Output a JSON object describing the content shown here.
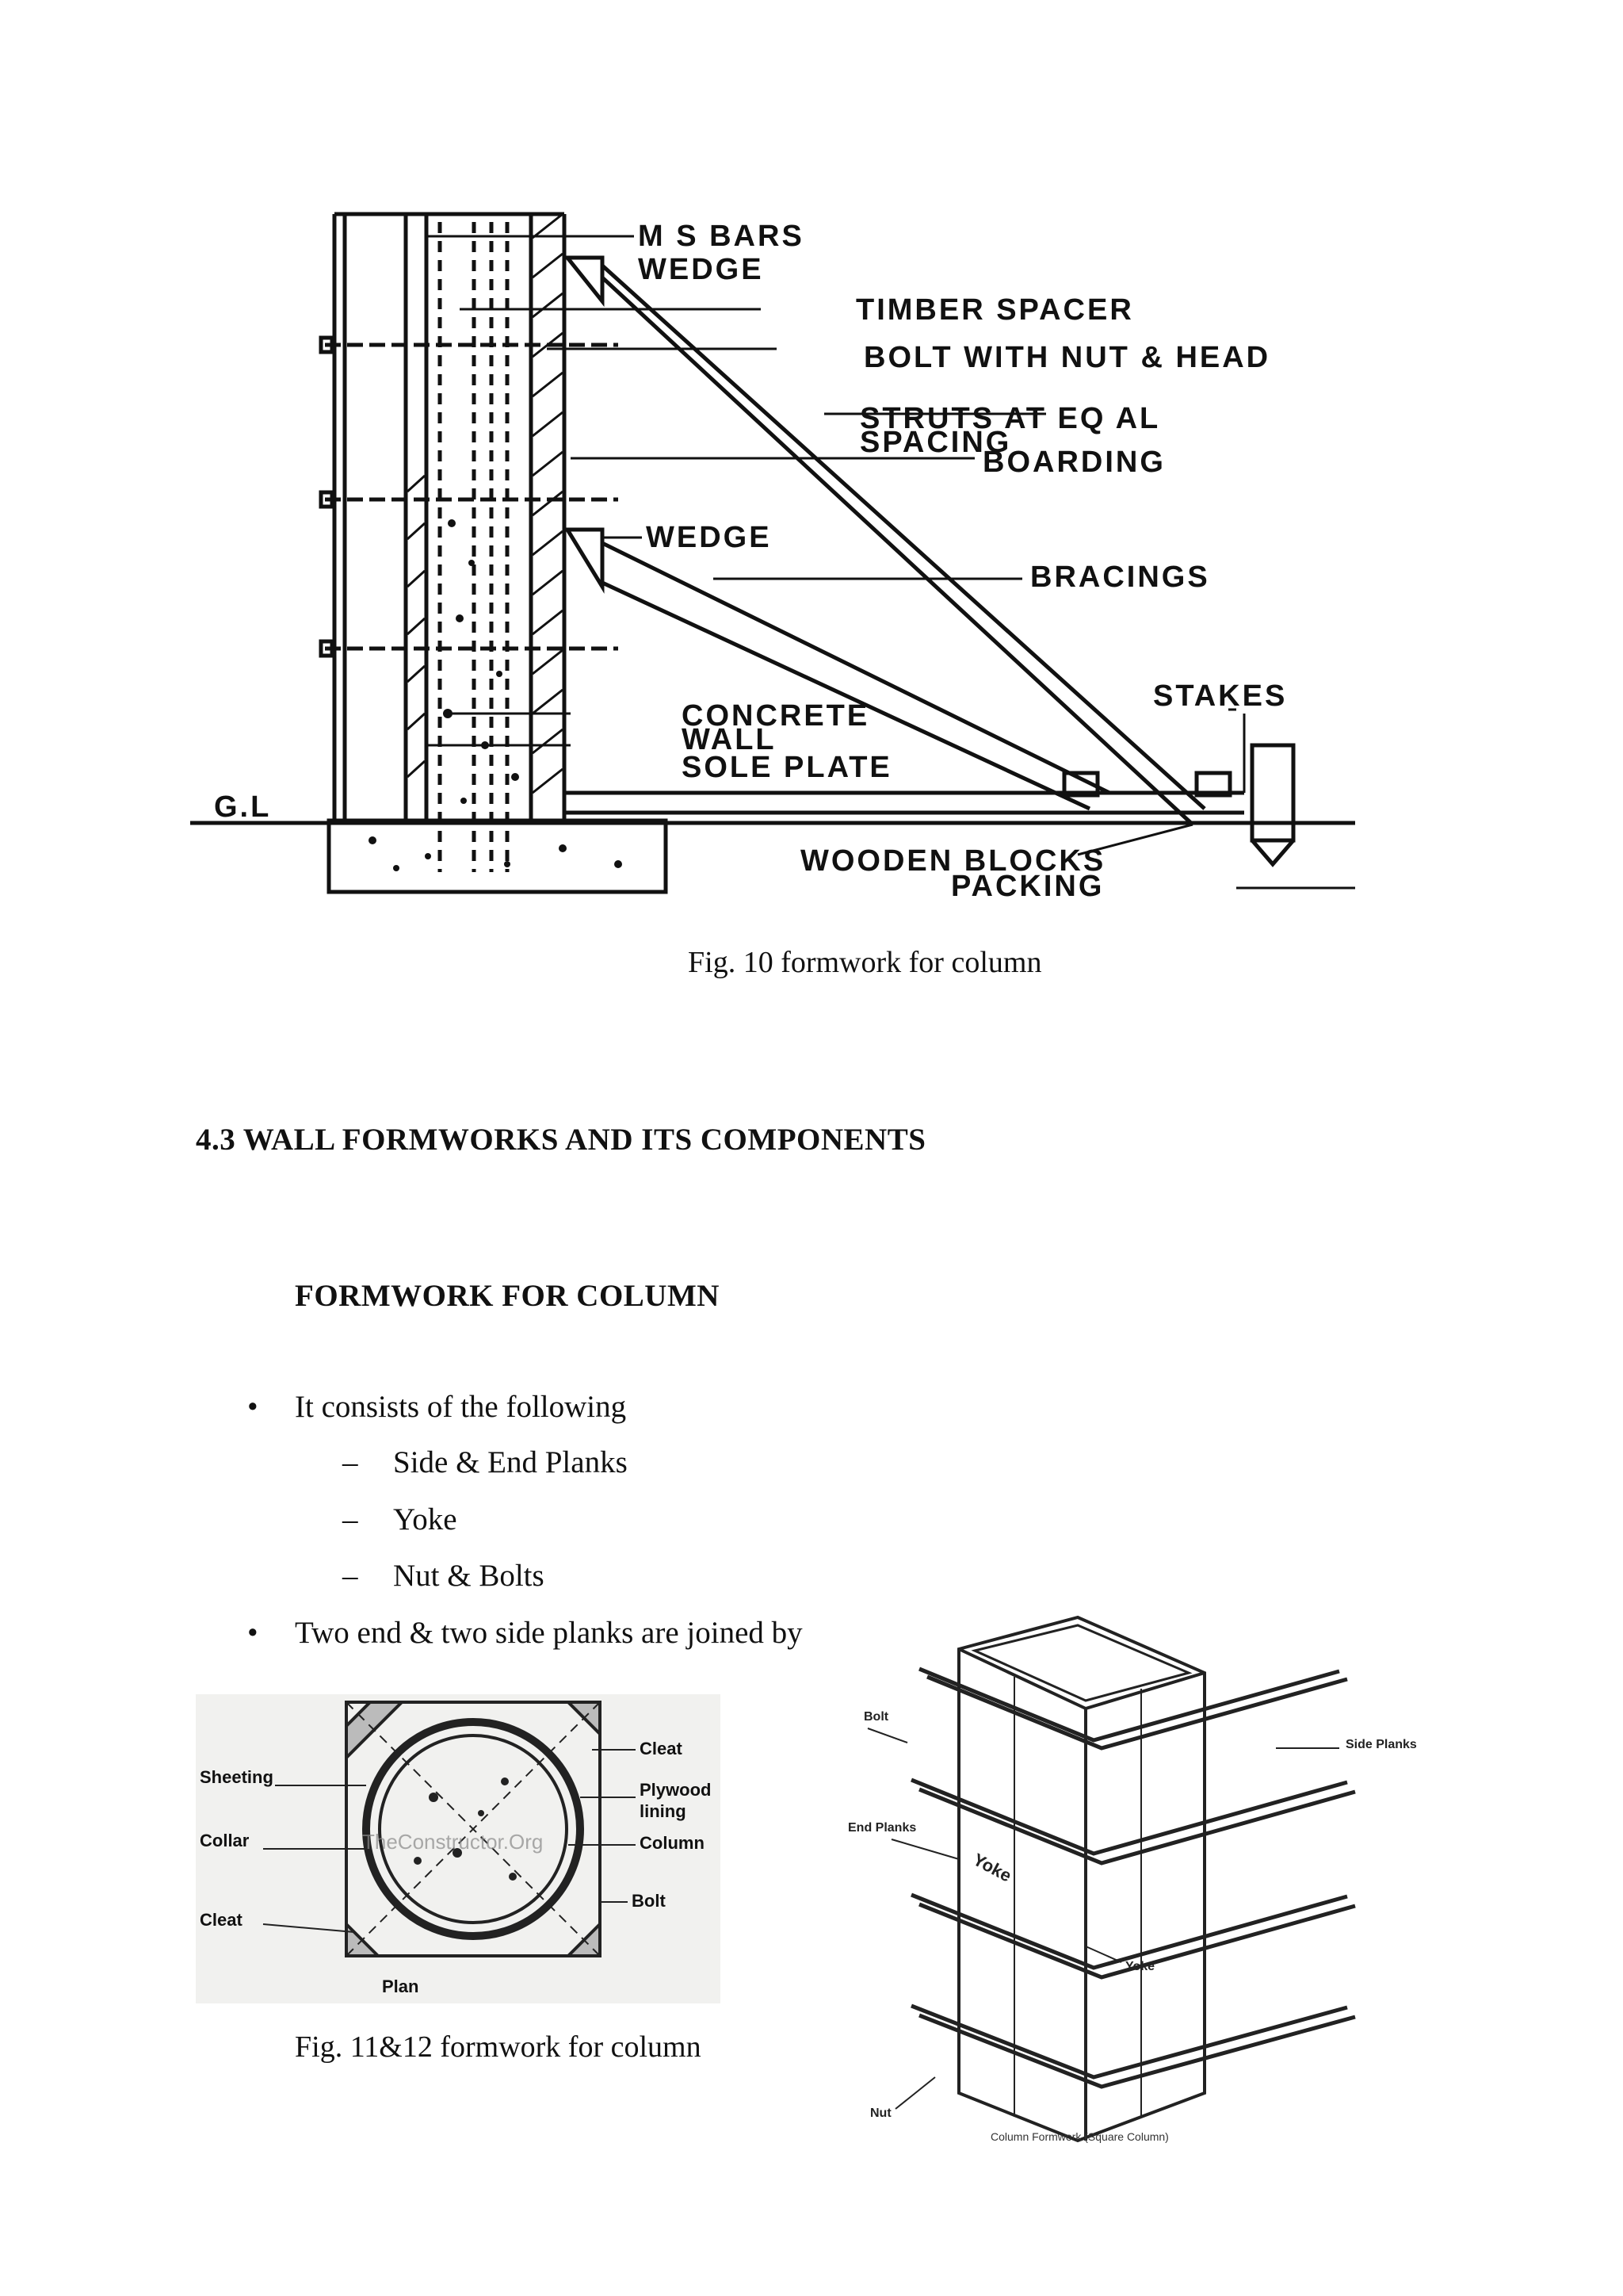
{
  "fig10": {
    "callouts": [
      "M S BARS",
      "WEDGE",
      "TIMBER SPACER",
      "BOLT WITH NUT & HEAD",
      "STRUTS AT EQ AL",
      "SPACING",
      "BOARDING",
      "WEDGE",
      "BRACINGS",
      "STAKES",
      "CONCRETE",
      "WALL",
      "SOLE PLATE",
      "WOODEN BLOCKS",
      "PACKING",
      "G.L"
    ],
    "caption": "Fig. 10 formwork  for column"
  },
  "section": {
    "heading": "4.3 WALL  FORMWORKS AND ITS COMPONENTS",
    "subheading": "FORMWORK FOR COLUMN",
    "bullet1": "It consists  of the following",
    "sub_items": [
      "Side & End Planks",
      "Yoke",
      "Nut & Bolts"
    ],
    "bullet2": "Two end & two side planks  are joined  by",
    "bullet_symbol": "•",
    "dash_symbol": "–"
  },
  "fig11": {
    "labels": [
      "Sheeting",
      "Collar",
      "Cleat",
      "Cleat",
      "Plywood",
      "lining",
      "Column",
      "Bolt",
      "Plan"
    ],
    "watermark": "TheConstructor.Org"
  },
  "fig12": {
    "labels": [
      "Bolt",
      "End Planks",
      "Yoke",
      "Side Planks",
      "Yoke",
      "Nut"
    ],
    "caption": "Column Formwork (Square Column)"
  },
  "fig11_12_caption": "Fig. 11&12 formwork  for column"
}
